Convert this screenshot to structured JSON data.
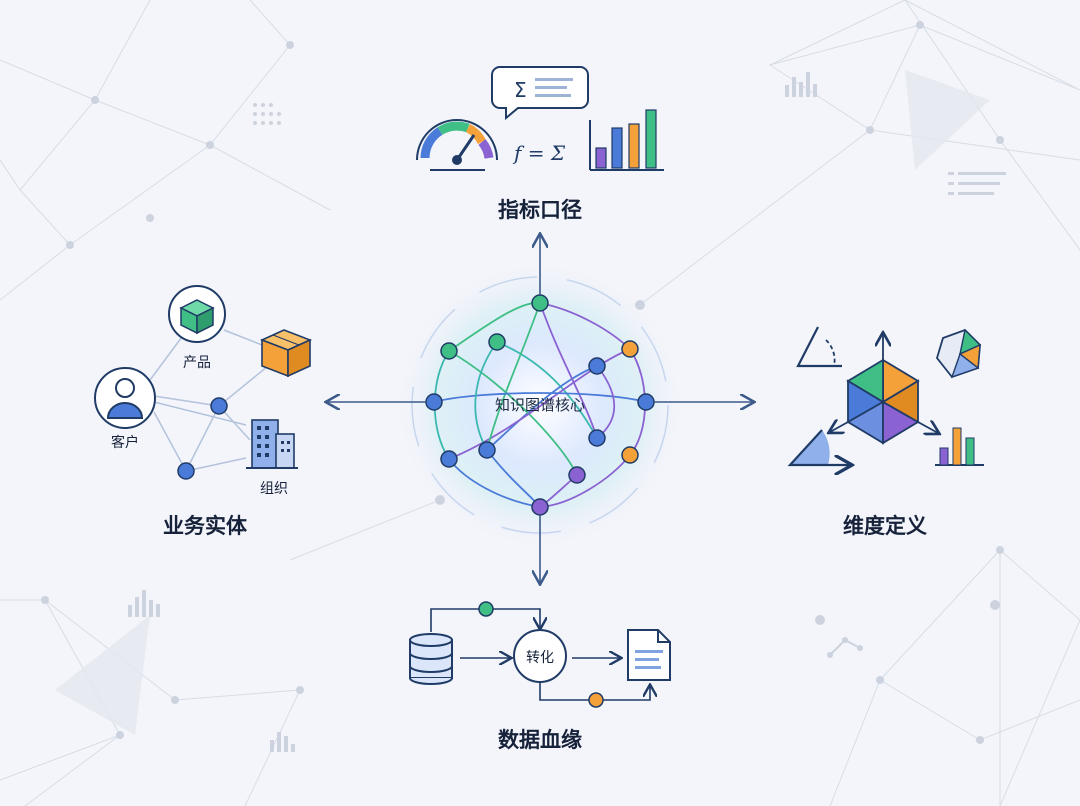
{
  "center": {
    "label": "知识图谱核心"
  },
  "modules": {
    "metrics": {
      "title": "指标口径",
      "formula": "f = Σ",
      "doc_symbol": "Σ"
    },
    "entities": {
      "title": "业务实体",
      "product": "产品",
      "customer": "客户",
      "org": "组织"
    },
    "dimensions": {
      "title": "维度定义"
    },
    "lineage": {
      "title": "数据血缘",
      "transform": "转化"
    }
  },
  "colors": {
    "navy": "#1f3b66",
    "blue": "#4a7bd8",
    "green": "#3fbf86",
    "purple": "#8a62d1",
    "orange": "#f4a13a",
    "teal": "#3bb9b0"
  }
}
